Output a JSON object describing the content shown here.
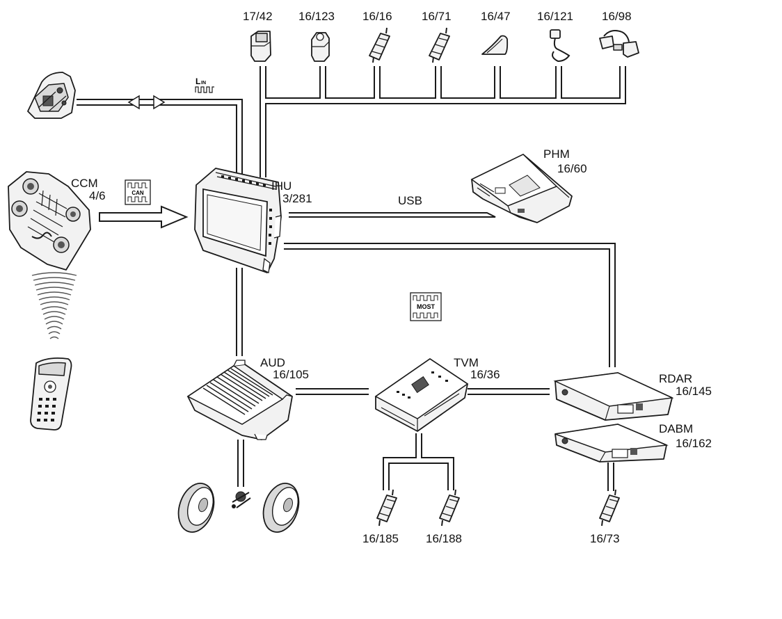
{
  "components": {
    "top_row": [
      {
        "code": "17/42",
        "icon": "switch-icon"
      },
      {
        "code": "16/123",
        "icon": "usb-socket-icon"
      },
      {
        "code": "16/16",
        "icon": "antenna-amplifier-icon"
      },
      {
        "code": "16/71",
        "icon": "antenna-amplifier-icon"
      },
      {
        "code": "16/47",
        "icon": "roof-antenna-icon"
      },
      {
        "code": "16/121",
        "icon": "microphone-icon"
      },
      {
        "code": "16/98",
        "icon": "aux-connector-icon"
      }
    ],
    "ccm": {
      "name": "CCM",
      "code": "4/6"
    },
    "ihu": {
      "name": "IHU",
      "code": "3/281"
    },
    "phm": {
      "name": "PHM",
      "code": "16/60"
    },
    "aud": {
      "name": "AUD",
      "code": "16/105"
    },
    "tvm": {
      "name": "TVM",
      "code": "16/36"
    },
    "rdar": {
      "name": "RDAR",
      "code": "16/145"
    },
    "dabm": {
      "name": "DABM",
      "code": "16/162"
    },
    "bottom_row": [
      {
        "code": "16/185"
      },
      {
        "code": "16/188"
      },
      {
        "code": "16/73"
      }
    ]
  },
  "links": {
    "usb": "USB"
  },
  "signals": {
    "lin_top": "L",
    "lin_sub": "IN",
    "can": "CAN",
    "most": "MOST"
  }
}
